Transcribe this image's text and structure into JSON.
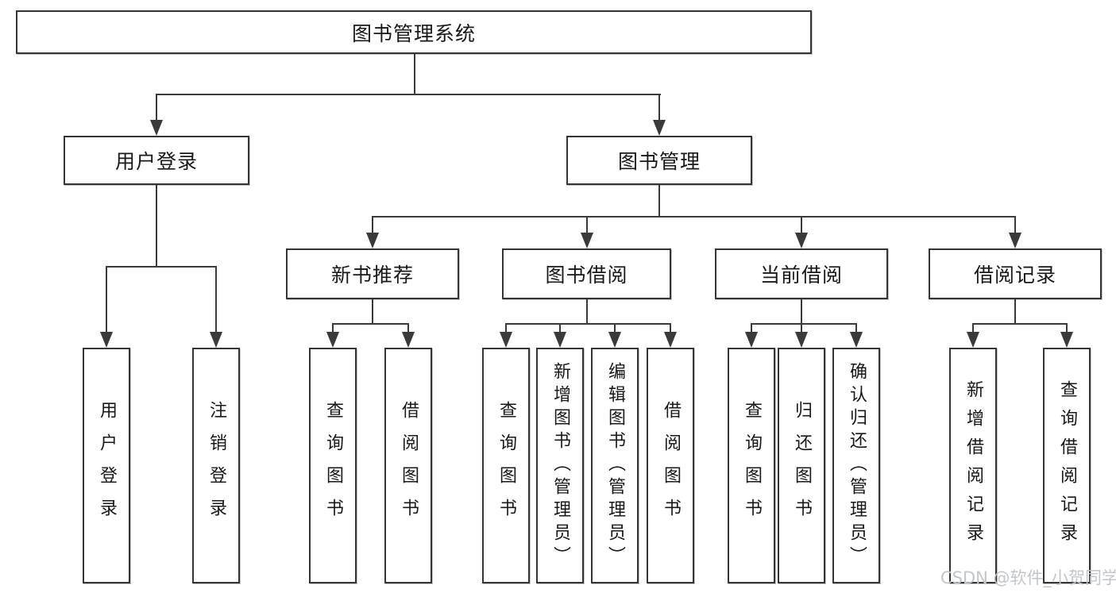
{
  "diagram": {
    "root": "图书管理系统",
    "level2": {
      "user_login": "用户登录",
      "book_mgmt": "图书管理"
    },
    "level3": {
      "new_books": "新书推荐",
      "borrowing": "图书借阅",
      "current": "当前借阅",
      "records": "借阅记录"
    },
    "leaves": {
      "login": [
        "用户登录",
        "注销登录"
      ],
      "new_books": [
        "查询图书",
        "借阅图书"
      ],
      "borrowing": [
        "查询图书",
        "新增图书（管理员）",
        "编辑图书（管理员）",
        "借阅图书"
      ],
      "current": [
        "查询图书",
        "归还图书",
        "确认归还（管理员）"
      ],
      "records": [
        "新增借阅记录",
        "查询借阅记录"
      ]
    }
  },
  "watermark": "CSDN @软件_小贺同学",
  "colors": {
    "line": "#3a3a3a",
    "border": "#353535",
    "text": "#181818",
    "watermark": "#c3c6c9",
    "background": "#ffffff"
  }
}
